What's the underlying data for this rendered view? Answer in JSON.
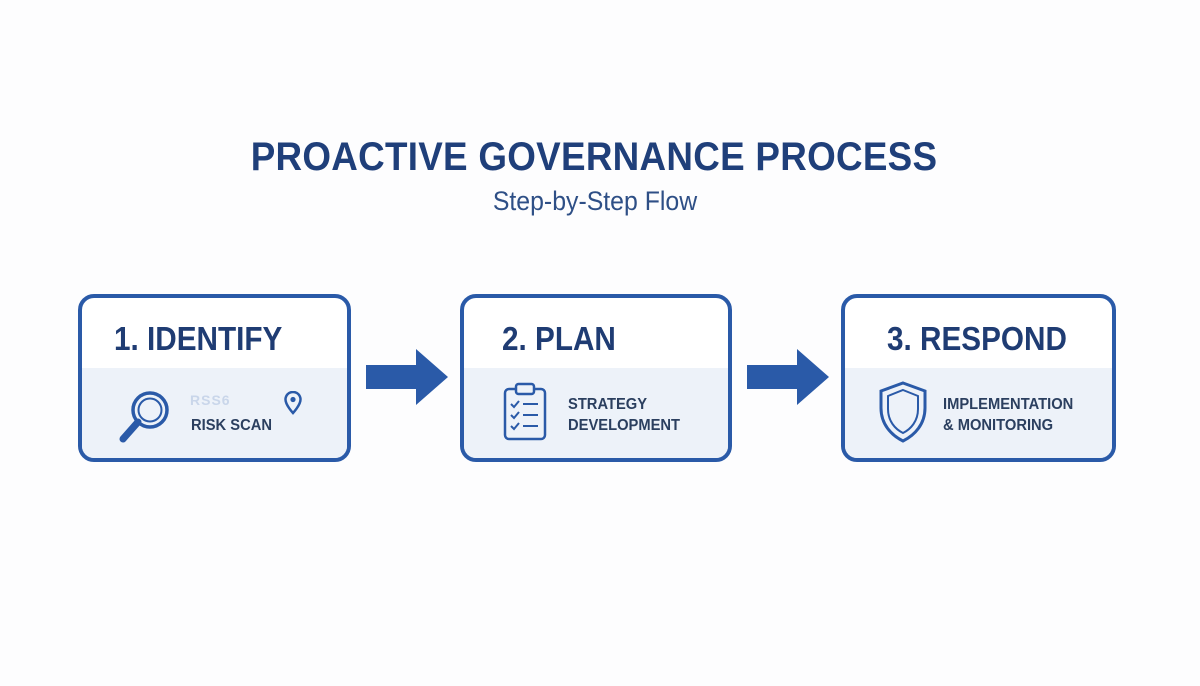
{
  "diagram": {
    "title": "PROACTIVE GOVERNANCE PROCESS",
    "subtitle": "Step-by-Step Flow",
    "steps": [
      {
        "title": "1. IDENTIFY",
        "label_line1": "RISK SCAN",
        "label_line2": "",
        "faint_text": "RSS6",
        "icon": "magnifying-glass-icon"
      },
      {
        "title": "2. PLAN",
        "label_line1": "STRATEGY",
        "label_line2": "DEVELOPMENT",
        "icon": "clipboard-checklist-icon"
      },
      {
        "title": "3. RESPOND",
        "label_line1": "IMPLEMENTATION",
        "label_line2": "& MONITORING",
        "icon": "shield-icon"
      }
    ]
  },
  "colors": {
    "primary": "#2a5aa8",
    "title": "#1f3f7a",
    "panel_fill": "#edf2f9"
  }
}
